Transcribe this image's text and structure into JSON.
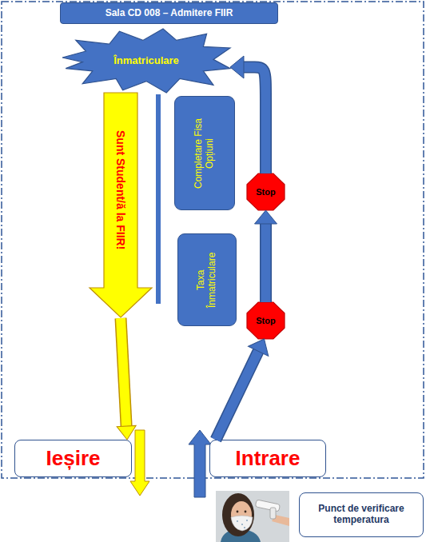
{
  "diagram": {
    "nodes": [
      {
        "text": [
          "Sala CD 008 – Admitere FIIR"
        ]
      },
      {
        "text": [
          "Înmatriculare"
        ]
      },
      {
        "text": [
          "Sunt Student/ă la FIIR!"
        ]
      },
      {
        "text": [
          "Completare Fisa Opțiuni"
        ]
      },
      {
        "text": [
          "Stop"
        ]
      },
      {
        "text": [
          "Taxa Înmatriculare"
        ]
      },
      {
        "text": [
          "Stop"
        ]
      },
      {
        "text": [
          "Ieșire"
        ]
      },
      {
        "text": [
          "Intrare"
        ]
      },
      {
        "text": [
          "Punct de verificare temperatura"
        ]
      }
    ],
    "edges": [
      {
        "from": 8,
        "to": 6,
        "arrow": "to"
      },
      {
        "from": 6,
        "to": 4,
        "arrow": "to"
      },
      {
        "from": 4,
        "to": 1,
        "arrow": "to"
      },
      {
        "from": 2,
        "to": 7,
        "arrow": "to"
      }
    ]
  }
}
